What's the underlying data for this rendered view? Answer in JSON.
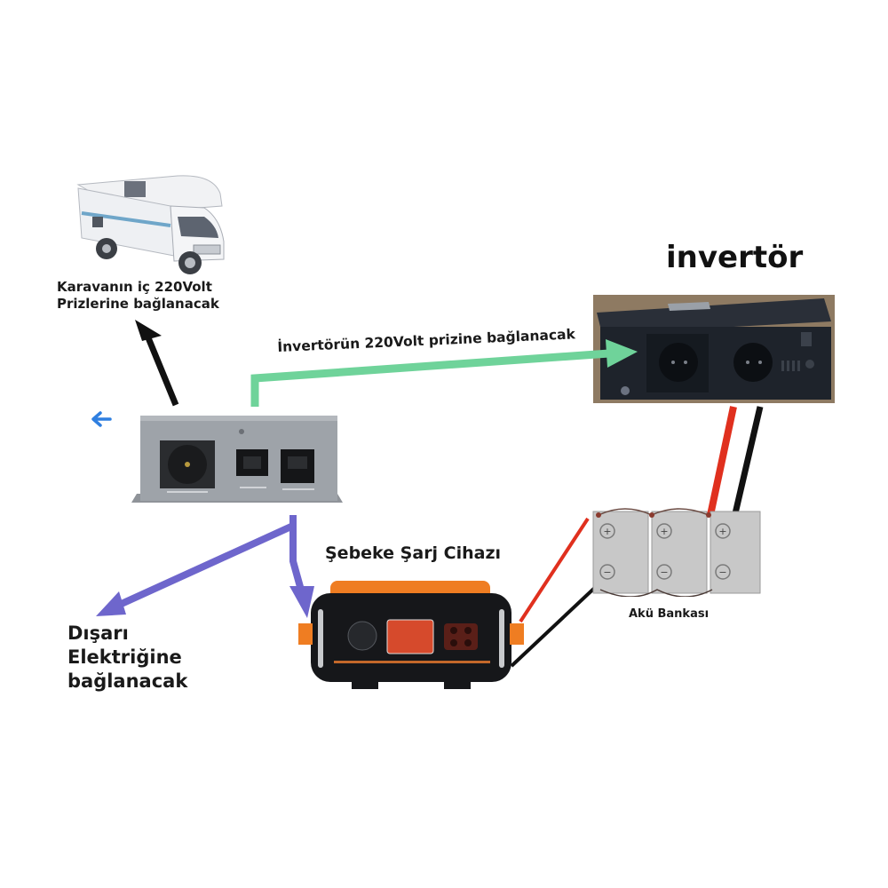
{
  "diagram": {
    "title": "Caravan transfer switch wiring diagram",
    "nodes": {
      "caravan": {
        "label_line1": "Karavanın iç 220Volt",
        "label_line2": "Prizlerine bağlanacak",
        "icon": "caravan-motorhome"
      },
      "inverter": {
        "title": "invertör",
        "icon": "power-inverter"
      },
      "transfer_box": {
        "icon": "transfer-switch-box"
      },
      "charger": {
        "title": "Şebeke Şarj Cihazı",
        "icon": "battery-charger"
      },
      "battery_bank": {
        "title": "Akü Bankası",
        "icon": "battery-bank",
        "battery_count": 3
      },
      "grid": {
        "label_line1": "Dışarı",
        "label_line2": "Elektriğine",
        "label_line3": "bağlanacak"
      }
    },
    "connections": [
      {
        "from": "transfer_box",
        "to": "caravan",
        "color": "#111111"
      },
      {
        "from": "transfer_box",
        "to": "inverter",
        "color": "#6fd39a",
        "label": "İnvertörün 220Volt prizine bağlanacak"
      },
      {
        "from": "transfer_box",
        "to": "grid",
        "color": "#6e66cc"
      },
      {
        "from": "transfer_box",
        "to": "charger",
        "color": "#6e66cc"
      },
      {
        "from": "inverter",
        "to": "battery_bank",
        "color": "#e0301e",
        "polarity": "+"
      },
      {
        "from": "inverter",
        "to": "battery_bank",
        "color": "#111111",
        "polarity": "-"
      },
      {
        "from": "charger",
        "to": "battery_bank",
        "color": "#e0301e",
        "polarity": "+"
      },
      {
        "from": "charger",
        "to": "battery_bank",
        "color": "#111111",
        "polarity": "-"
      }
    ],
    "colors": {
      "green_arrow": "#6fd39a",
      "purple_arrow": "#6e66cc",
      "black_arrow": "#111111",
      "red_cable": "#e0301e",
      "stray_arrow": "#2f7fe0"
    },
    "symbols": {
      "plus": "+",
      "minus": "−"
    }
  }
}
